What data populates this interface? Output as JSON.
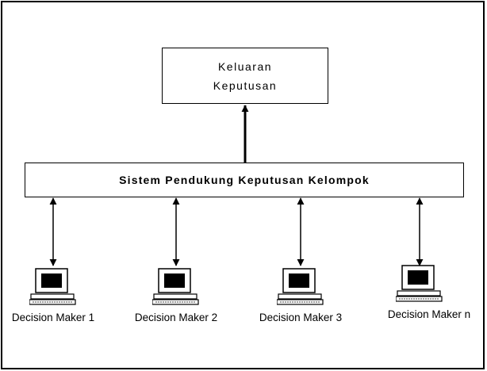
{
  "output_box": {
    "line1": "Keluaran",
    "line2": "Keputusan"
  },
  "system_box": {
    "label": "Sistem Pendukung Keputusan Kelompok"
  },
  "decision_makers": [
    {
      "label": "Decision Maker 1",
      "icon": "computer-icon"
    },
    {
      "label": "Decision Maker 2",
      "icon": "computer-icon"
    },
    {
      "label": "Decision Maker 3",
      "icon": "computer-icon"
    },
    {
      "label": "Decision Maker n",
      "icon": "computer-icon"
    }
  ],
  "colors": {
    "line": "#000000",
    "background": "#ffffff"
  }
}
